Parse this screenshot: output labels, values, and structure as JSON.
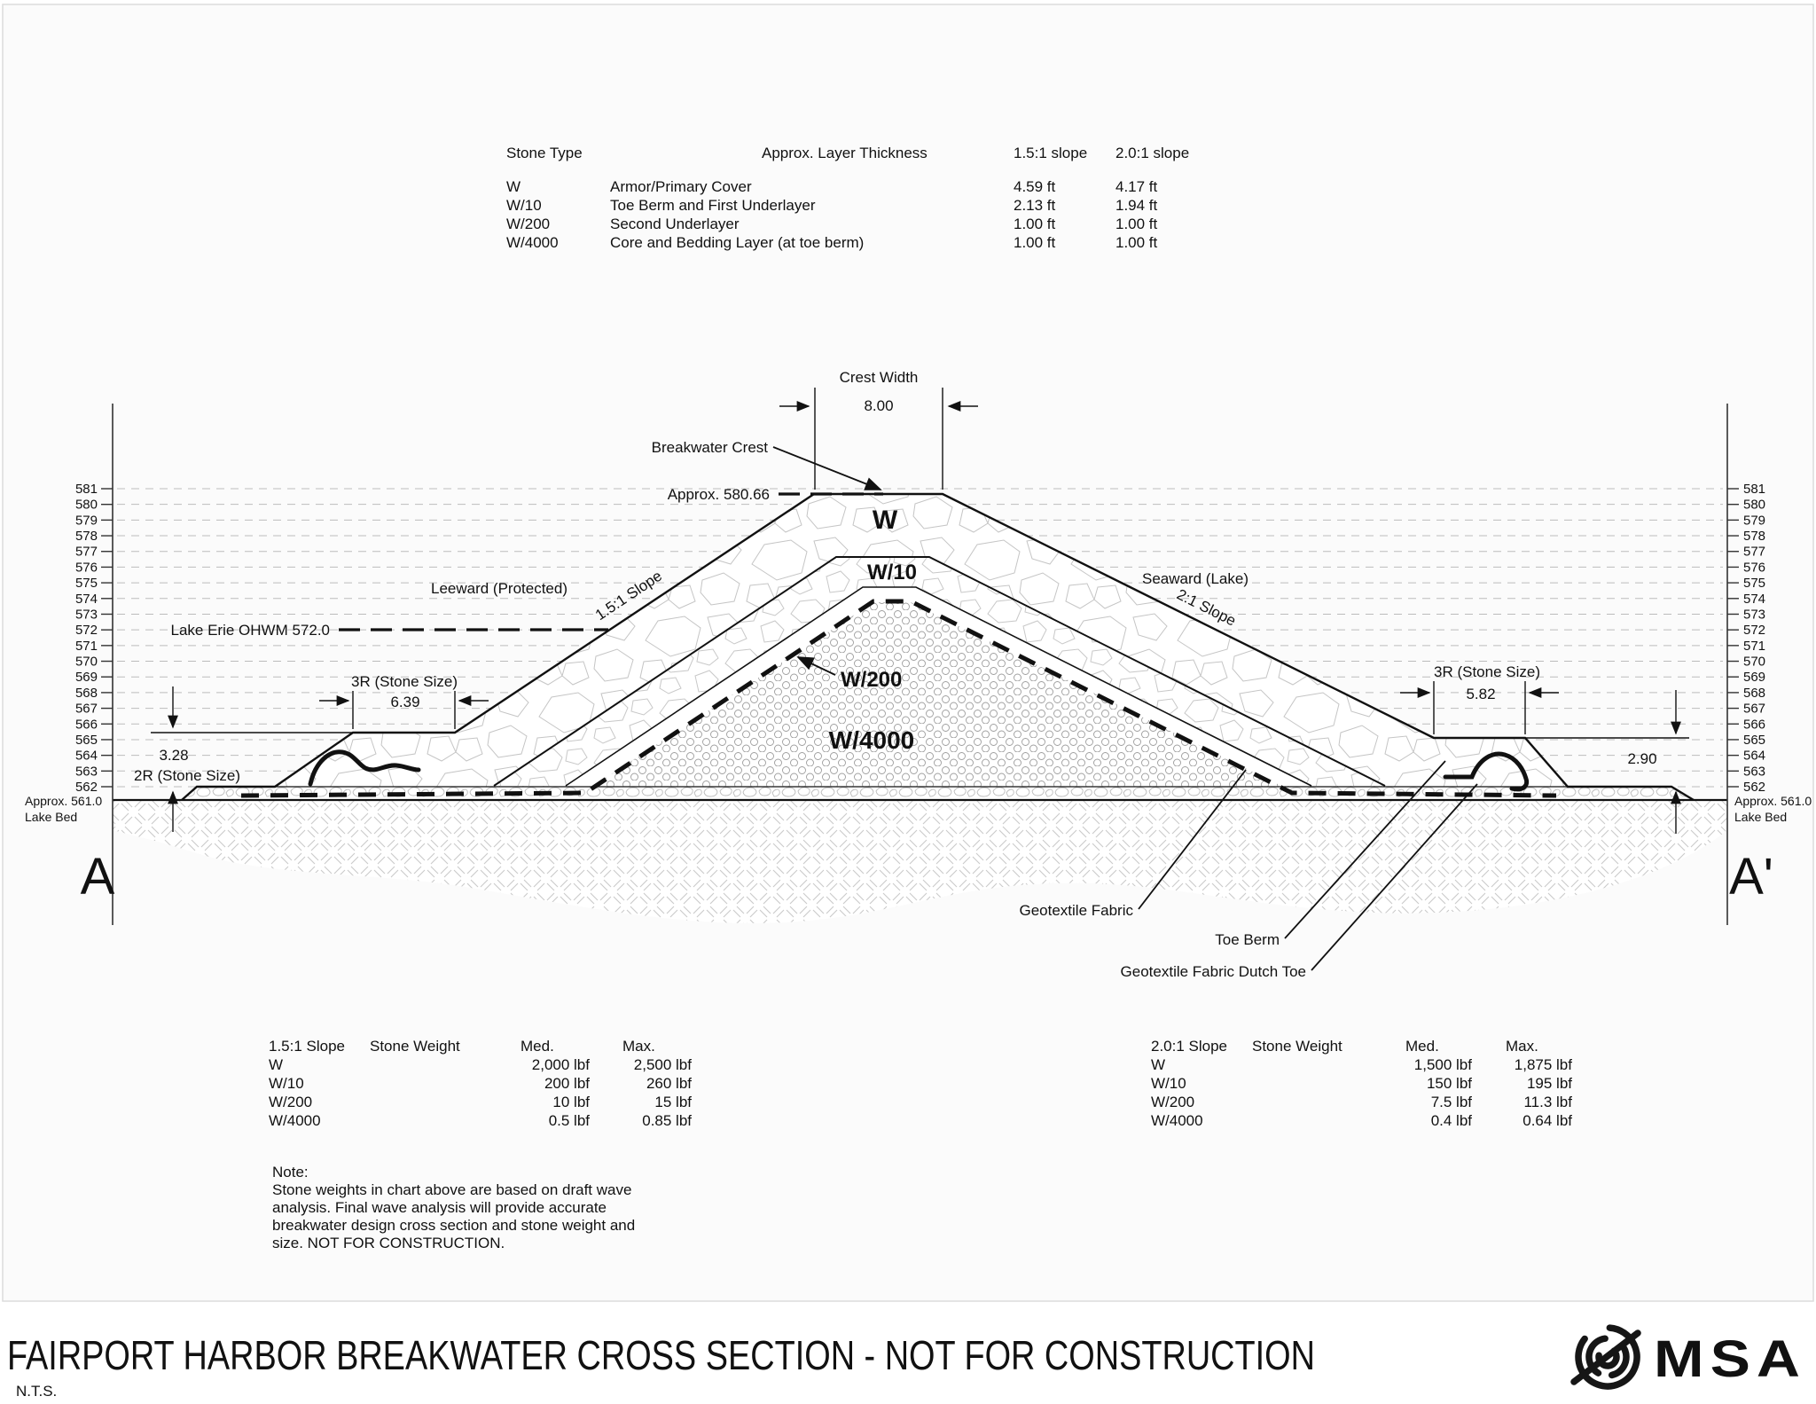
{
  "layer_table": {
    "col_stone_type": "Stone Type",
    "col_thickness": "Approx. Layer Thickness",
    "col_slope_15": "1.5:1 slope",
    "col_slope_20": "2.0:1 slope",
    "rows": [
      {
        "type": "W",
        "desc": "Armor/Primary Cover",
        "t15": "4.59 ft",
        "t20": "4.17 ft"
      },
      {
        "type": "W/10",
        "desc": "Toe Berm and First Underlayer",
        "t15": "2.13 ft",
        "t20": "1.94 ft"
      },
      {
        "type": "W/200",
        "desc": "Second Underlayer",
        "t15": "1.00 ft",
        "t20": "1.00 ft"
      },
      {
        "type": "W/4000",
        "desc": "Core and Bedding Layer (at toe berm)",
        "t15": "1.00 ft",
        "t20": "1.00 ft"
      }
    ]
  },
  "diagram": {
    "elevations": [
      581,
      580,
      579,
      578,
      577,
      576,
      575,
      574,
      573,
      572,
      571,
      570,
      569,
      568,
      567,
      566,
      565,
      564,
      563,
      562
    ],
    "crest_width_label": "Crest Width",
    "crest_width_value": "8.00",
    "breakwater_crest_label": "Breakwater Crest",
    "crest_elevation_label": "Approx. 580.66",
    "ohwm_label": "Lake Erie OHWM 572.0",
    "leeward_label": "Leeward (Protected)",
    "leeward_slope_label": "1.5:1 Slope",
    "seaward_label": "Seaward (Lake)",
    "seaward_slope_label": "2:1 Slope",
    "layer_w": "W",
    "layer_w10": "W/10",
    "layer_w200": "W/200",
    "layer_w4000": "W/4000",
    "left_berm_stone_label": "3R (Stone Size)",
    "left_berm_width": "6.39",
    "left_berm_height": "3.28",
    "left_toe_stone_label": "2R (Stone Size)",
    "right_berm_stone_label": "3R (Stone Size)",
    "right_berm_width": "5.82",
    "right_berm_height": "2.90",
    "lakebed_elev_label": "Approx. 561.0",
    "lakebed_label": "Lake Bed",
    "geotextile_label": "Geotextile Fabric",
    "toe_berm_label": "Toe Berm",
    "dutch_toe_label": "Geotextile Fabric Dutch Toe",
    "section_a": "A",
    "section_a_prime": "A'"
  },
  "weight_table_15": {
    "slope": "1.5:1 Slope",
    "col_weight": "Stone Weight",
    "col_med": "Med.",
    "col_max": "Max.",
    "rows": [
      {
        "type": "W",
        "med": "2,000 lbf",
        "max": "2,500 lbf"
      },
      {
        "type": "W/10",
        "med": "200 lbf",
        "max": "260 lbf"
      },
      {
        "type": "W/200",
        "med": "10 lbf",
        "max": "15 lbf"
      },
      {
        "type": "W/4000",
        "med": "0.5 lbf",
        "max": "0.85 lbf"
      }
    ]
  },
  "weight_table_20": {
    "slope": "2.0:1 Slope",
    "col_weight": "Stone Weight",
    "col_med": "Med.",
    "col_max": "Max.",
    "rows": [
      {
        "type": "W",
        "med": "1,500 lbf",
        "max": "1,875 lbf"
      },
      {
        "type": "W/10",
        "med": "150 lbf",
        "max": "195 lbf"
      },
      {
        "type": "W/200",
        "med": "7.5 lbf",
        "max": "11.3 lbf"
      },
      {
        "type": "W/4000",
        "med": "0.4 lbf",
        "max": "0.64 lbf"
      }
    ]
  },
  "note": {
    "title": "Note:",
    "lines": [
      "Stone weights in chart above are based on draft wave",
      "analysis.  Final wave analysis will provide accurate",
      "breakwater design cross section and stone weight and",
      "size. NOT FOR CONSTRUCTION."
    ]
  },
  "footer": {
    "title": "FAIRPORT HARBOR BREAKWATER CROSS SECTION - NOT FOR CONSTRUCTION",
    "scale_note": "N.T.S.",
    "logo_text": "MSA"
  }
}
